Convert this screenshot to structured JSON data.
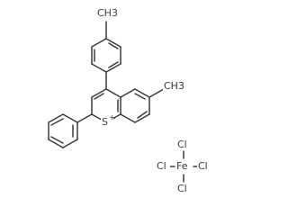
{
  "molecule": {
    "cation": {
      "methyl_top_label": "CH3",
      "methyl_right_label": "CH3",
      "sulfur_label": "S",
      "sulfur_charge": "+"
    },
    "anion": {
      "center_label": "Fe",
      "ligand_label": "Cl",
      "ligand_labels": [
        "Cl",
        "Cl",
        "Cl",
        "Cl"
      ]
    }
  }
}
